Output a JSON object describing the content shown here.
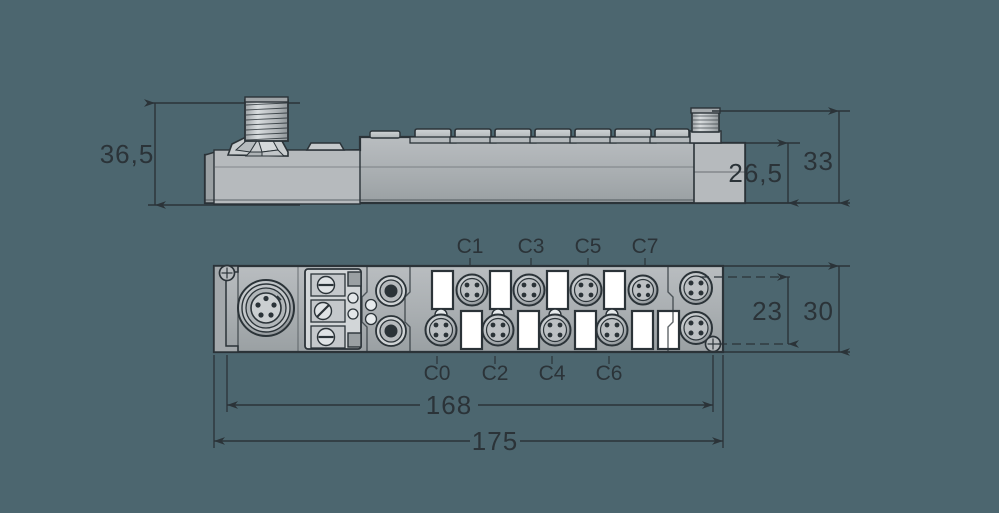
{
  "drawing": {
    "title": "Dimensional drawing of compact I/O module (side view and front view)",
    "background_color": "#4c666f",
    "line_color": "#2b3338",
    "body_fill": "#a9aeb1",
    "body_fill_light": "#c3c7c9",
    "body_fill_dark": "#8d9295",
    "label_fill": "#ffffff"
  },
  "dimensions": {
    "side_view": [
      {
        "name": "overall-height",
        "value": "36,5",
        "orientation": "vertical",
        "side": "left"
      },
      {
        "name": "body-height",
        "value": "26,5",
        "orientation": "vertical",
        "side": "right"
      },
      {
        "name": "total-height-right",
        "value": "33",
        "orientation": "vertical",
        "side": "right"
      }
    ],
    "front_view": [
      {
        "name": "mounting-hole-spacing",
        "value": "23",
        "orientation": "vertical",
        "side": "right"
      },
      {
        "name": "module-width-vertical",
        "value": "30",
        "orientation": "vertical",
        "side": "right"
      },
      {
        "name": "mounting-hole-distance",
        "value": "168",
        "orientation": "horizontal",
        "side": "bottom"
      },
      {
        "name": "overall-length",
        "value": "175",
        "orientation": "horizontal",
        "side": "bottom"
      }
    ]
  },
  "front_view": {
    "port_labels_top": [
      "C1",
      "C3",
      "C5",
      "C7"
    ],
    "port_labels_bottom": [
      "C0",
      "C2",
      "C4",
      "C6"
    ],
    "connectors": {
      "power_in": "M12 5-pin round connector",
      "terminal_block_screws": 3,
      "m8_ports_count": 8,
      "end_ports_count": 2,
      "mounting_holes": 2
    }
  },
  "side_view": {
    "top_connector_left": "M12 threaded connector with hex nut",
    "top_connector_right": "M8 threaded connector",
    "connector_bumps_count": 8
  }
}
